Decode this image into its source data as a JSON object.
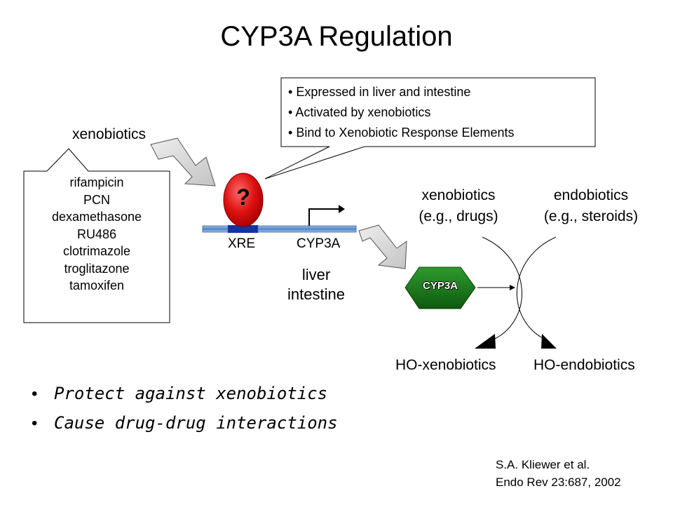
{
  "title": "CYP3A Regulation",
  "xenobiotics_label": "xenobiotics",
  "callout_top": {
    "lines": [
      "Expressed in liver and intestine",
      "Activated by xenobiotics",
      "Bind to Xenobiotic Response Elements"
    ]
  },
  "ligands": [
    "rifampicin",
    "PCN",
    "dexamethasone",
    "RU486",
    "clotrimazole",
    "troglitazone",
    "tamoxifen"
  ],
  "receptor_symbol": "?",
  "gene": {
    "element_label": "XRE",
    "gene_label": "CYP3A"
  },
  "tissues": [
    "liver",
    "intestine"
  ],
  "enzyme_label": "CYP3A",
  "substrates": {
    "xeno_line1": "xenobiotics",
    "xeno_line2": "(e.g., drugs)",
    "endo_line1": "endobiotics",
    "endo_line2": "(e.g., steroids)"
  },
  "products": {
    "xeno": "HO-xenobiotics",
    "endo": "HO-endobiotics"
  },
  "bullets": [
    "Protect against xenobiotics",
    "Cause drug-drug interactions"
  ],
  "citation": {
    "line1": "S.A. Kliewer et al.",
    "line2": "Endo Rev 23:687, 2002"
  },
  "colors": {
    "receptor_red": "#cc0000",
    "enzyme_green": "#1a7a1a",
    "dna_blue": "#5b8fd0",
    "xre_blue": "#1433a0",
    "arrow_gray": "#d0d0d0"
  }
}
